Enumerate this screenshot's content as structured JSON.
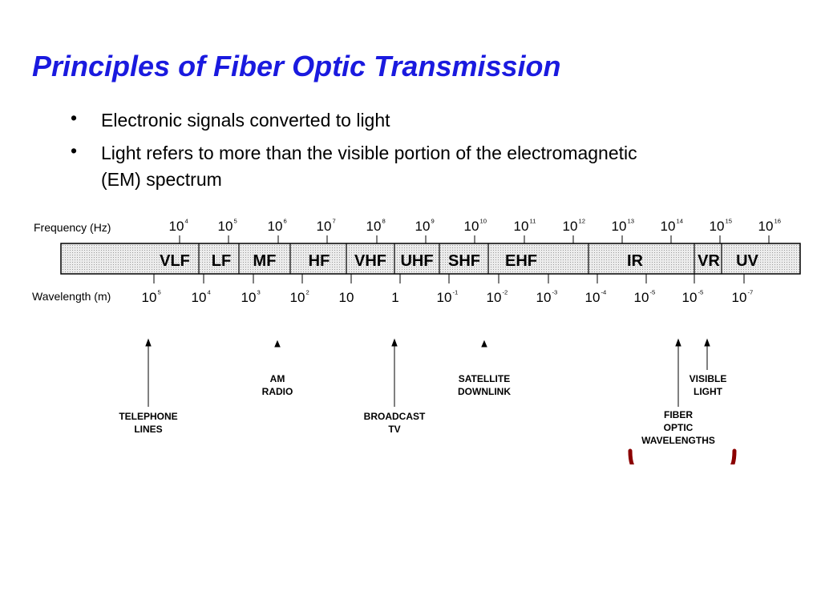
{
  "slide": {
    "title": "Principles of Fiber Optic Transmission",
    "bullet_symbol": "•",
    "bullets": [
      {
        "lines": [
          "Electronic signals converted to light"
        ]
      },
      {
        "lines": [
          "Light refers to more than the visible portion of the electromagnetic",
          "(EM) spectrum"
        ]
      }
    ]
  },
  "diagram": {
    "frequency_label": "Frequency (Hz)",
    "wavelength_label": "Wavelength (m)",
    "frequency_ticks": [
      {
        "base": "10",
        "exp": "4"
      },
      {
        "base": "10",
        "exp": "5"
      },
      {
        "base": "10",
        "exp": "6"
      },
      {
        "base": "10",
        "exp": "7"
      },
      {
        "base": "10",
        "exp": "8"
      },
      {
        "base": "10",
        "exp": "9"
      },
      {
        "base": "10",
        "exp": "10"
      },
      {
        "base": "10",
        "exp": "11"
      },
      {
        "base": "10",
        "exp": "12"
      },
      {
        "base": "10",
        "exp": "13"
      },
      {
        "base": "10",
        "exp": "14"
      },
      {
        "base": "10",
        "exp": "15"
      },
      {
        "base": "10",
        "exp": "16"
      }
    ],
    "wavelength_ticks": [
      {
        "base": "10",
        "exp": "5"
      },
      {
        "base": "10",
        "exp": "4"
      },
      {
        "base": "10",
        "exp": "3"
      },
      {
        "base": "10",
        "exp": "2"
      },
      {
        "base": "10",
        "exp": ""
      },
      {
        "base": "1",
        "exp": ""
      },
      {
        "base": "10",
        "exp": "-1"
      },
      {
        "base": "10",
        "exp": "-2"
      },
      {
        "base": "10",
        "exp": "-3"
      },
      {
        "base": "10",
        "exp": "-4"
      },
      {
        "base": "10",
        "exp": "-5"
      },
      {
        "base": "10",
        "exp": "-5"
      },
      {
        "base": "10",
        "exp": "-7"
      }
    ],
    "bands": [
      "VLF",
      "LF",
      "MF",
      "HF",
      "VHF",
      "UHF",
      "SHF",
      "EHF",
      "IR",
      "VR",
      "UV"
    ],
    "applications": [
      {
        "lines": [
          "TELEPHONE",
          "LINES"
        ]
      },
      {
        "lines": [
          "AM",
          "RADIO"
        ]
      },
      {
        "lines": [
          "BROADCAST",
          "TV"
        ]
      },
      {
        "lines": [
          "SATELLITE",
          "DOWNLINK"
        ]
      },
      {
        "lines": [
          "FIBER",
          "OPTIC",
          "WAVELENGTHS"
        ]
      },
      {
        "lines": [
          "VISIBLE",
          "LIGHT"
        ]
      }
    ],
    "colors": {
      "title": "#1a1adf",
      "brace": "#8b0000",
      "bar_fill": "#e3e3e3"
    }
  }
}
